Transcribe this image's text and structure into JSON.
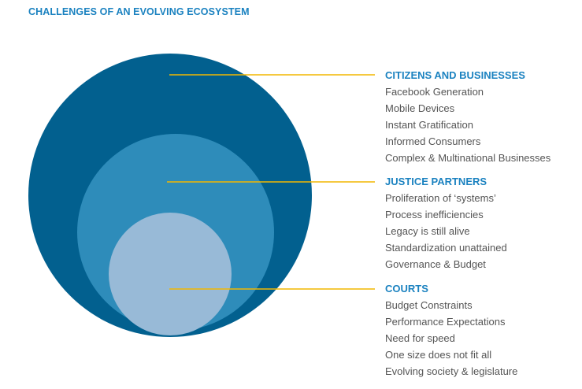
{
  "title": "CHALLENGES OF AN EVOLVING ECOSYSTEM",
  "colors": {
    "outer_circle": "#02608f",
    "middle_circle": "#2e8cba",
    "inner_circle": "#98bad7",
    "connector_line": "#f2b700",
    "heading": "#1b82c0",
    "item_text": "#555555"
  },
  "groups": [
    {
      "heading": "CITIZENS AND BUSINESSES",
      "items": [
        "Facebook Generation",
        "Mobile Devices",
        "Instant Gratification",
        "Informed Consumers",
        "Complex & Multinational Businesses"
      ]
    },
    {
      "heading": "JUSTICE PARTNERS",
      "items": [
        "Proliferation of ‘systems’",
        "Process inefficiencies",
        "Legacy is still alive",
        "Standardization unattained",
        "Governance & Budget"
      ]
    },
    {
      "heading": "COURTS",
      "items": [
        "Budget Constraints",
        "Performance Expectations",
        "Need for speed",
        "One size does not fit all",
        "Evolving society & legislature"
      ]
    }
  ]
}
